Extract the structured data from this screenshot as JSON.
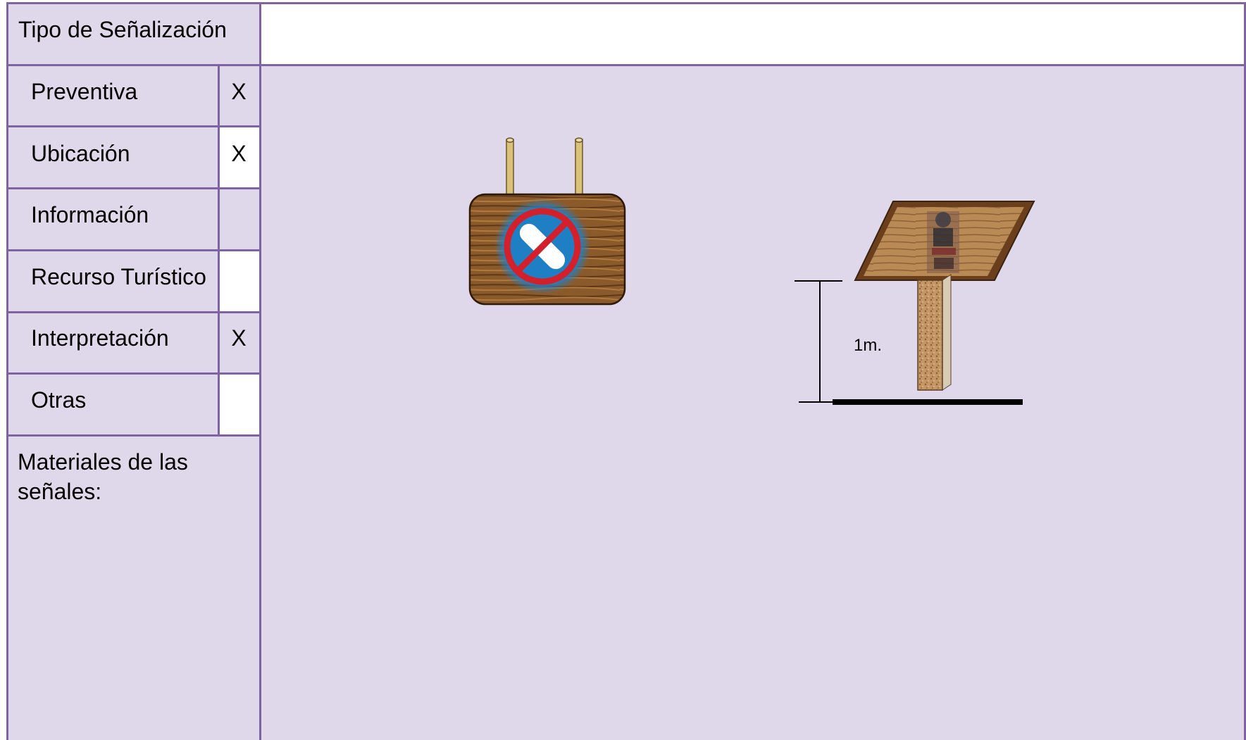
{
  "form": {
    "header": {
      "label": "Tipo de Señalización",
      "value": ""
    },
    "sign_types": [
      {
        "label": "Preventiva",
        "mark": "X"
      },
      {
        "label": "Ubicación",
        "mark": "X"
      },
      {
        "label": "Información",
        "mark": ""
      },
      {
        "label": "Recurso Turístico",
        "mark": ""
      },
      {
        "label": "Interpretación",
        "mark": "X"
      },
      {
        "label": "Otras",
        "mark": ""
      }
    ],
    "materials_label": "Materiales de las señales:"
  },
  "figures": {
    "hanging_sign": {
      "icon": "no-pills-prohibition-icon"
    },
    "lectern_sign": {
      "height_label": "1m."
    }
  },
  "colors": {
    "border": "#8064a2",
    "cell_fill": "#dfd8ea",
    "wood": "#8b5a2b",
    "prohibition_red": "#d4202a",
    "prohibition_blue": "#1f7fc4"
  }
}
